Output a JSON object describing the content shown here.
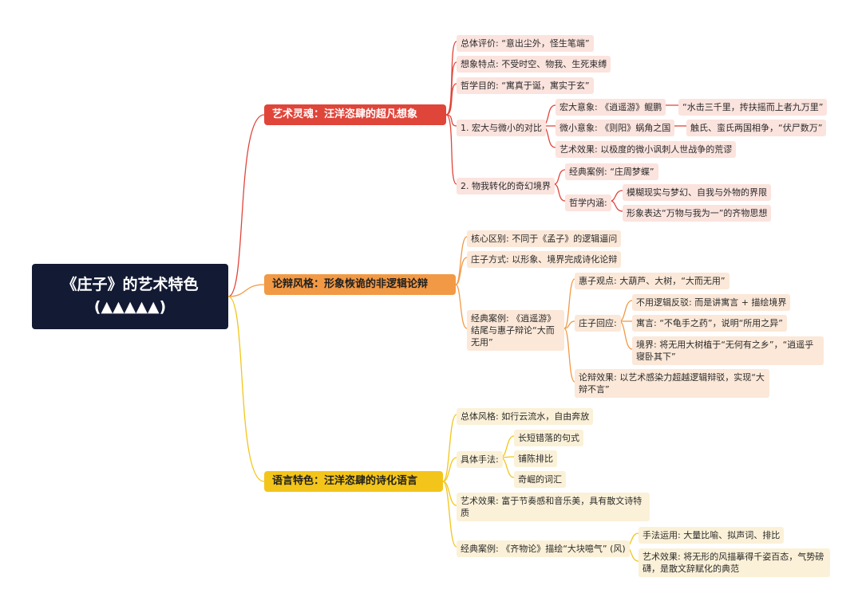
{
  "root": {
    "title": "《庄子》的艺术特色",
    "rating": "(▲▲▲▲▲)"
  },
  "colors": {
    "root": "#131a33",
    "branch1": "#e0453a",
    "branch2": "#f29945",
    "branch3": "#f3c51a"
  },
  "b1": {
    "title": "艺术灵魂：汪洋恣肆的超凡想象",
    "n1": "总体评价: “意出尘外，怪生笔端”",
    "n2": "想象特点: 不受时空、物我、生死束缚",
    "n3": "哲学目的: “寓真于诞，寓实于玄”",
    "n4": "1. 宏大与微小的对比",
    "n4a": "宏大意象: 《逍遥游》鲲鹏",
    "n4a1": "“水击三千里，抟扶摇而上者九万里”",
    "n4b": "微小意象: 《则阳》蜗角之国",
    "n4b1": "触氏、蛮氏两国相争，“伏尸数万”",
    "n4c": "艺术效果: 以极度的微小讽刺人世战争的荒谬",
    "n5": "2. 物我转化的奇幻境界",
    "n5a": "经典案例: “庄周梦蝶”",
    "n5b": "哲学内涵:",
    "n5b1": "模糊现实与梦幻、自我与外物的界限",
    "n5b2": "形象表达“万物与我为一”的齐物思想"
  },
  "b2": {
    "title": "论辩风格：形象恢诡的非逻辑论辩",
    "n1": "核心区别: 不同于《孟子》的逻辑逼问",
    "n2": "庄子方式: 以形象、境界完成诗化论辩",
    "n3": "经典案例: 《逍遥游》结尾与惠子辩论“大而无用”",
    "n3a": "惠子观点: 大葫芦、大树，“大而无用”",
    "n3b": "庄子回应:",
    "n3b1": "不用逻辑反驳: 而是讲寓言 + 描绘境界",
    "n3b2": "寓言: “不龟手之药”，说明“所用之异”",
    "n3b3": "境界: 将无用大树植于“无何有之乡”，“逍遥乎寝卧其下”",
    "n3c": "论辩效果: 以艺术感染力超越逻辑辩驳，实现“大辩不言”"
  },
  "b3": {
    "title": "语言特色：汪洋恣肆的诗化语言",
    "n1": "总体风格: 如行云流水，自由奔放",
    "n2": "具体手法:",
    "n2a": "长短错落的句式",
    "n2b": "铺陈排比",
    "n2c": "奇崛的词汇",
    "n3": "艺术效果: 富于节奏感和音乐美，具有散文诗特质",
    "n4": "经典案例: 《齐物论》描绘“大块噫气” (风)",
    "n4a": "手法运用: 大量比喻、拟声词、排比",
    "n4b": "艺术效果: 将无形的风描摹得千姿百态，气势磅礴，是散文辞赋化的典范"
  }
}
